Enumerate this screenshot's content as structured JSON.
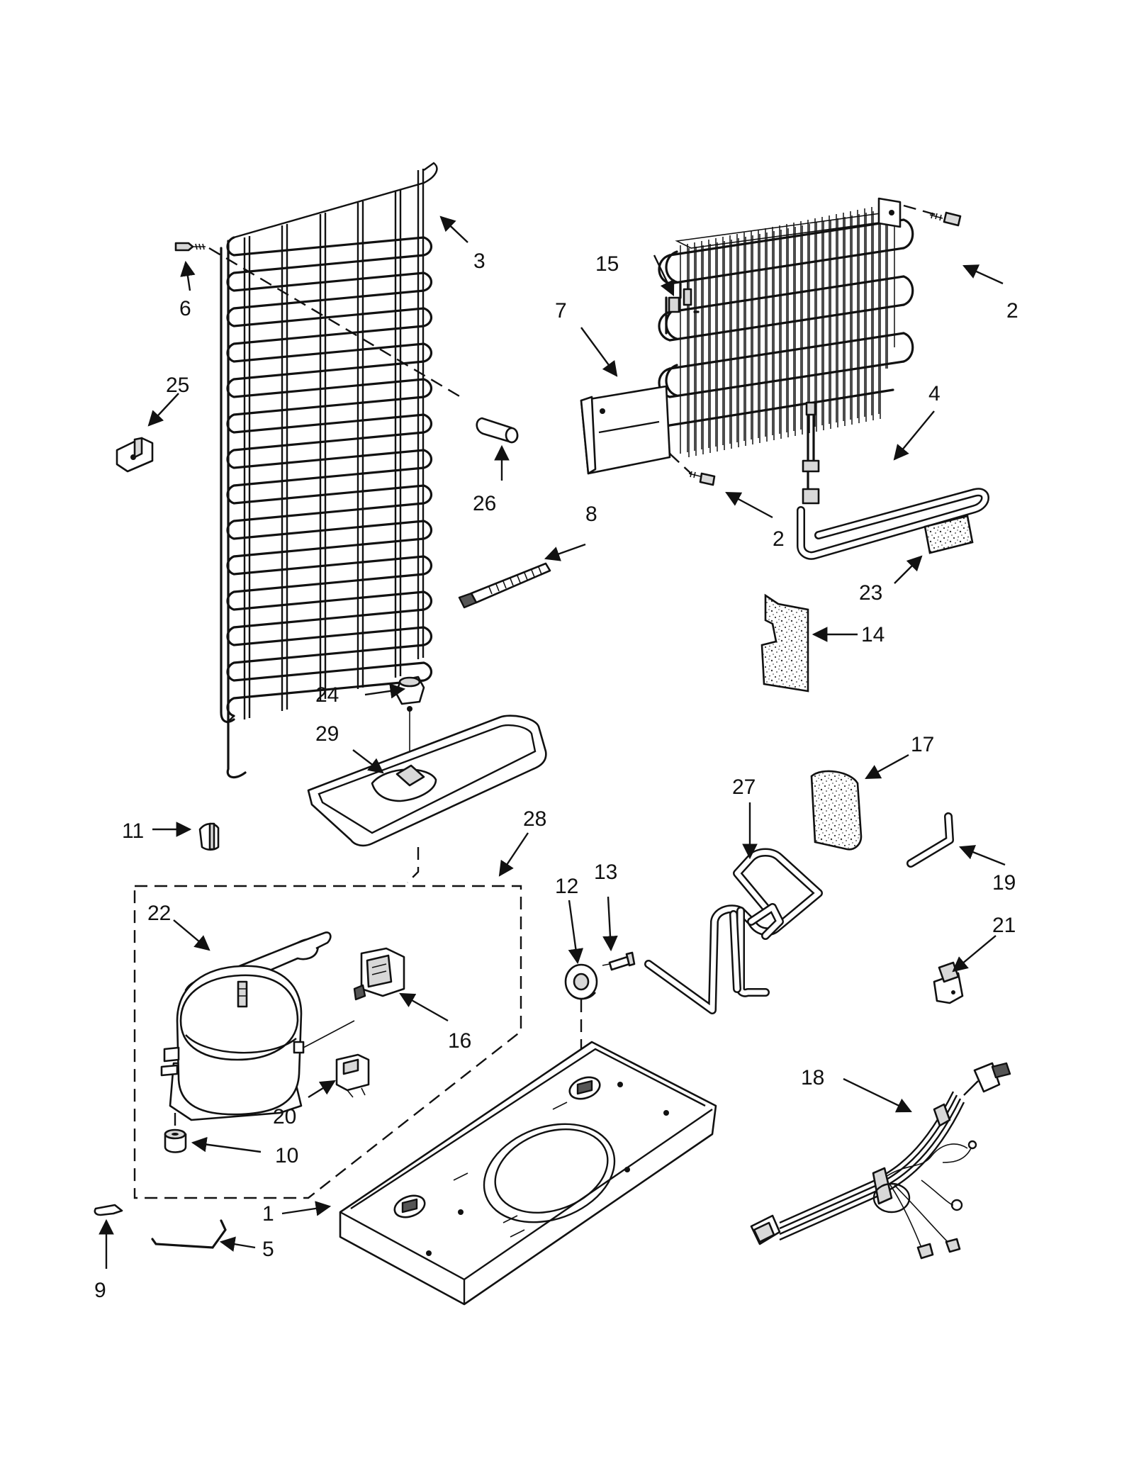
{
  "callouts": {
    "c1": "1",
    "c2a": "2",
    "c2b": "2",
    "c3": "3",
    "c4": "4",
    "c5": "5",
    "c6": "6",
    "c7": "7",
    "c8": "8",
    "c9": "9",
    "c10": "10",
    "c11": "11",
    "c12": "12",
    "c13": "13",
    "c14": "14",
    "c15": "15",
    "c16": "16",
    "c17": "17",
    "c18": "18",
    "c19": "19",
    "c20": "20",
    "c21": "21",
    "c22": "22",
    "c23": "23",
    "c24": "24",
    "c25": "25",
    "c26": "26",
    "c27": "27",
    "c28": "28",
    "c29": "29"
  }
}
